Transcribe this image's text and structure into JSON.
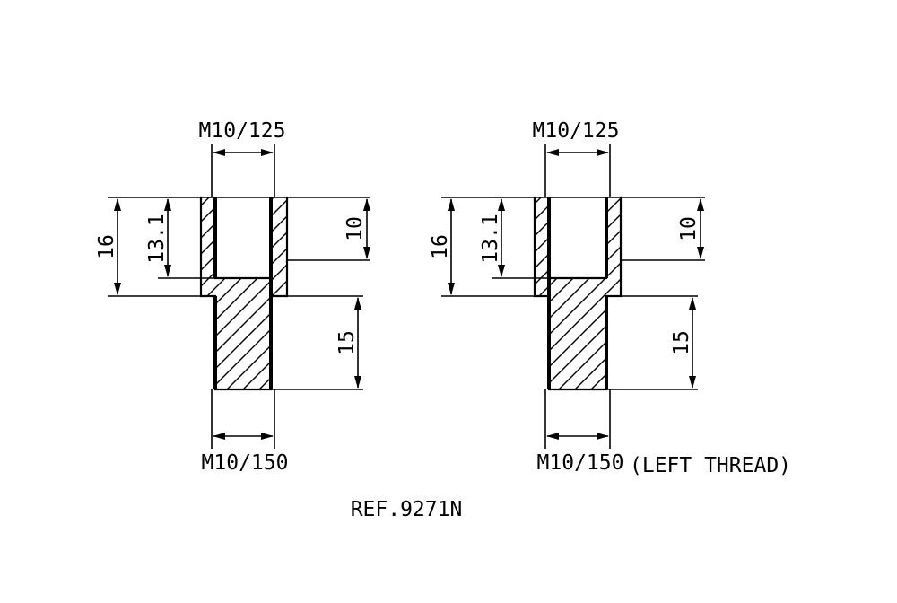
{
  "left_part": {
    "top_thread": "M10/125",
    "bottom_thread": "M10/150",
    "dim_total": "16",
    "dim_bore": "13.1",
    "dim_top": "10",
    "dim_bottom": "15"
  },
  "right_part": {
    "top_thread": "M10/125",
    "bottom_thread": "M10/150",
    "thread_note": "(LEFT THREAD)",
    "dim_total": "16",
    "dim_bore": "13.1",
    "dim_top": "10",
    "dim_bottom": "15"
  },
  "reference": "REF.9271N"
}
